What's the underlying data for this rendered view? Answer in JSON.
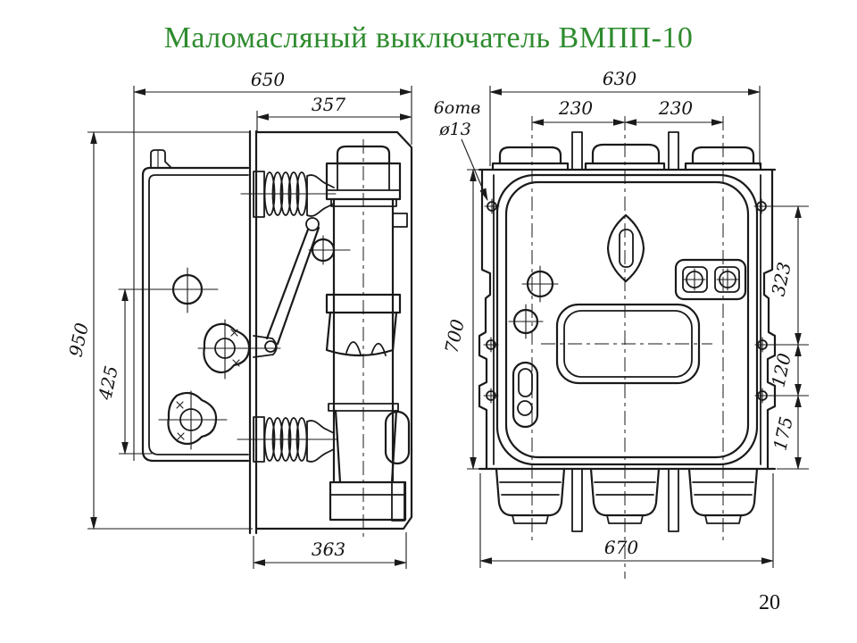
{
  "slide": {
    "title": "Маломасляный выключатель ВМПП-10",
    "page_number": "20"
  },
  "colors": {
    "title_green": "#2e8b2e",
    "line": "#1a1a1a",
    "background": "#ffffff"
  },
  "side_view": {
    "label": "side view of VMPP-10 breaker",
    "dim_650": "650",
    "dim_357": "357",
    "dim_950": "950",
    "dim_425": "425",
    "dim_363": "363"
  },
  "front_view": {
    "label": "front view of VMPP-10 breaker",
    "dim_630": "630",
    "dim_230_left": "230",
    "dim_230_right": "230",
    "holes_note_line1": "6отв",
    "holes_note_line2": "ø13",
    "dim_700": "700",
    "dim_323": "323",
    "dim_120": "120",
    "dim_175": "175",
    "dim_670": "670"
  }
}
